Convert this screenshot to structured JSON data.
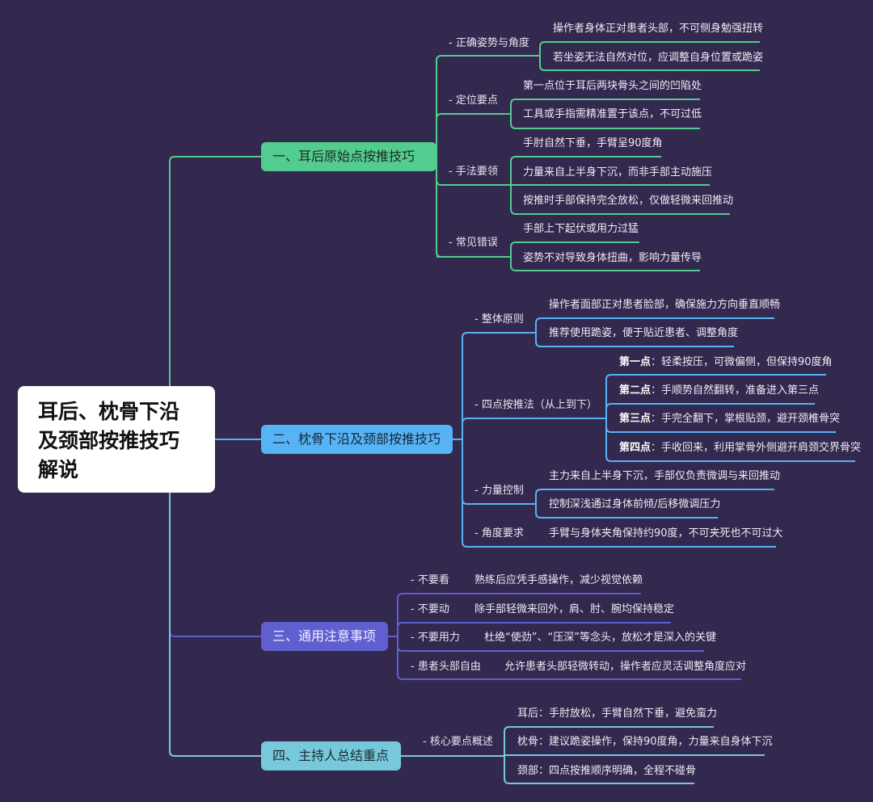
{
  "colors": {
    "background": "#33284e",
    "branch1": "#52cc8f",
    "branch2": "#56b4f5",
    "branch3": "#5f5fcf",
    "branch4": "#78c8dc"
  },
  "root": {
    "title_lines": [
      "耳后、枕骨下沿",
      "及颈部按推技巧",
      "解说"
    ]
  },
  "branches": [
    {
      "label": "一、耳后原始点按推技巧",
      "subs": [
        {
          "label": "- 正确姿势与角度",
          "leaves": [
            "操作者身体正对患者头部，不可侧身勉强扭转",
            "若坐姿无法自然对位，应调整自身位置或跪姿"
          ]
        },
        {
          "label": "- 定位要点",
          "leaves": [
            "第一点位于耳后两块骨头之间的凹陷处",
            "工具或手指需精准置于该点，不可过低"
          ]
        },
        {
          "label": "- 手法要领",
          "leaves": [
            "手肘自然下垂，手臂呈90度角",
            "力量来自上半身下沉，而非手部主动施压",
            "按推时手部保持完全放松，仅做轻微来回推动"
          ]
        },
        {
          "label": "- 常见错误",
          "leaves": [
            "手部上下起伏或用力过猛",
            "姿势不对导致身体扭曲，影响力量传导"
          ]
        }
      ]
    },
    {
      "label": "二、枕骨下沿及颈部按推技巧",
      "subs": [
        {
          "label": "- 整体原则",
          "leaves": [
            "操作者面部正对患者脸部，确保施力方向垂直顺畅",
            "推荐使用跪姿，便于贴近患者、调整角度"
          ]
        },
        {
          "label": "- 四点按推法（从上到下）",
          "leaves": [
            {
              "bold": "第一点",
              "text": "：轻柔按压，可微偏侧，但保持90度角"
            },
            {
              "bold": "第二点",
              "text": "：手顺势自然翻转，准备进入第三点"
            },
            {
              "bold": "第三点",
              "text": "：手完全翻下，掌根贴颈，避开颈椎骨突"
            },
            {
              "bold": "第四点",
              "text": "：手收回来，利用掌骨外侧避开肩颈交界骨突"
            }
          ]
        },
        {
          "label": "- 力量控制",
          "leaves": [
            "主力来自上半身下沉，手部仅负责微调与来回推动",
            "控制深浅通过身体前倾/后移微调压力"
          ]
        },
        {
          "label": "- 角度要求",
          "leaves": [
            "手臂与身体夹角保持约90度，不可夹死也不可过大"
          ]
        }
      ]
    },
    {
      "label": "三、通用注意事项",
      "subs": [
        {
          "label": "- 不要看",
          "leaves": [
            "熟练后应凭手感操作，减少视觉依赖"
          ]
        },
        {
          "label": "- 不要动",
          "leaves": [
            "除手部轻微来回外，肩、肘、腕均保持稳定"
          ]
        },
        {
          "label": "- 不要用力",
          "leaves": [
            "杜绝“使劲”、“压深”等念头，放松才是深入的关键"
          ]
        },
        {
          "label": "- 患者头部自由",
          "leaves": [
            "允许患者头部轻微转动，操作者应灵活调整角度应对"
          ]
        }
      ]
    },
    {
      "label": "四、主持人总结重点",
      "subs": [
        {
          "label": "- 核心要点概述",
          "leaves": [
            "耳后：手肘放松，手臂自然下垂，避免蛮力",
            "枕骨：建议跪姿操作，保持90度角，力量来自身体下沉",
            "颈部：四点按推顺序明确，全程不碰骨"
          ]
        }
      ]
    }
  ]
}
